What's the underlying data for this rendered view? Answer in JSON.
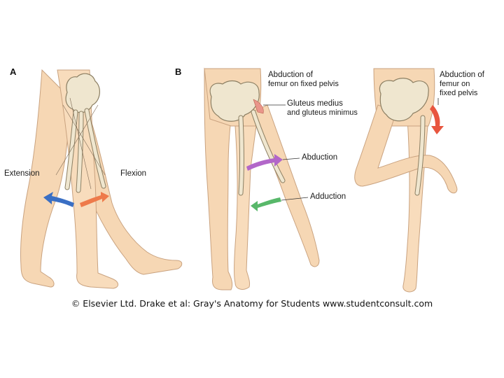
{
  "panels": {
    "a": {
      "letter": "A",
      "extension_label": "Extension",
      "flexion_label": "Flexion"
    },
    "b": {
      "letter": "B",
      "abduction_fixed_pelvis_label": [
        "Abduction of",
        "femur on fixed pelvis"
      ],
      "gluteus_label": [
        "Gluteus medius",
        "and gluteus minimus"
      ],
      "abduction_label": "Abduction",
      "adduction_label": "Adduction",
      "right_abduction_label": [
        "Abduction of",
        "femur on",
        "fixed pelvis"
      ]
    }
  },
  "credit": "© Elsevier Ltd. Drake et al: Gray's Anatomy for Students www.studentconsult.com",
  "colors": {
    "skin": "#f6d7b4",
    "skin_outline": "#c9a27f",
    "bone": "#efe6cf",
    "bone_outline": "#8c7f63",
    "extension_arrow": "#3a6fc4",
    "flexion_arrow": "#ee7a4a",
    "abduction_arrow": "#b267c9",
    "adduction_arrow": "#58b86a",
    "pelvis_arrow": "#e8563f"
  }
}
